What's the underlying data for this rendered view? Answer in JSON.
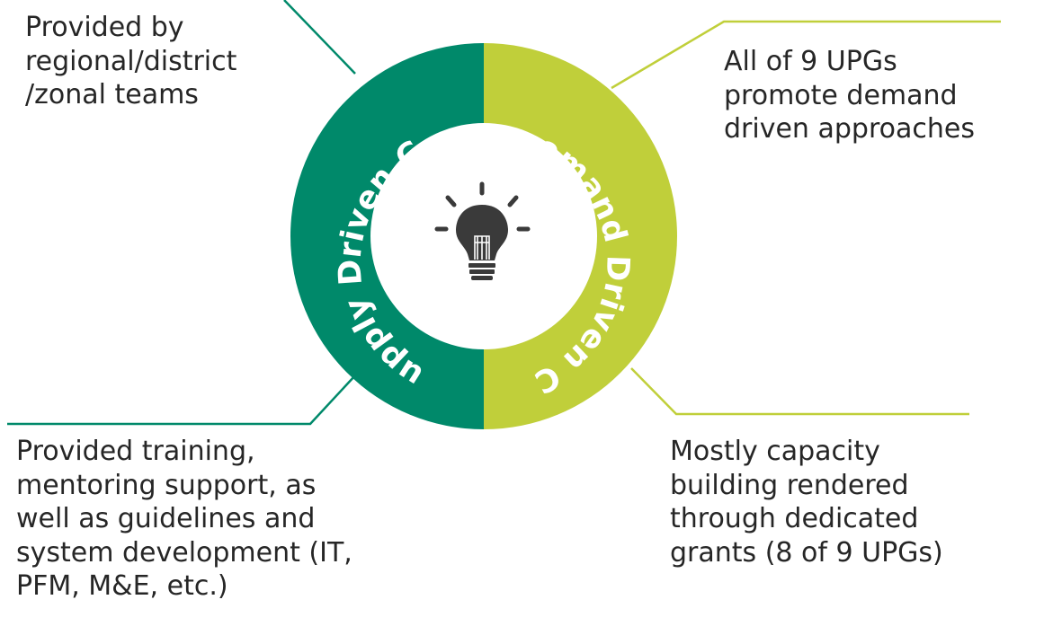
{
  "colors": {
    "supply": "#00896a",
    "demand": "#c0cf3a",
    "icon": "#3a3a3a",
    "text": "#262626"
  },
  "ring": {
    "supply_label": "Supply Driven CB",
    "demand_label": "Demand Driven CB",
    "center_icon": "lightbulb-icon"
  },
  "callouts": {
    "top_left": {
      "lines": [
        "Provided by",
        "regional/district",
        "/zonal teams"
      ]
    },
    "top_right": {
      "lines": [
        "All of 9 UPGs",
        "promote demand",
        "driven approaches"
      ]
    },
    "bottom_left": {
      "lines": [
        "Provided training,",
        "mentoring support, as",
        "well as guidelines and",
        "system development (IT,",
        "PFM, M&E, etc.)"
      ]
    },
    "bottom_right": {
      "lines": [
        "Mostly capacity",
        "building rendered",
        "through dedicated",
        "grants (8 of 9 UPGs)"
      ]
    }
  }
}
